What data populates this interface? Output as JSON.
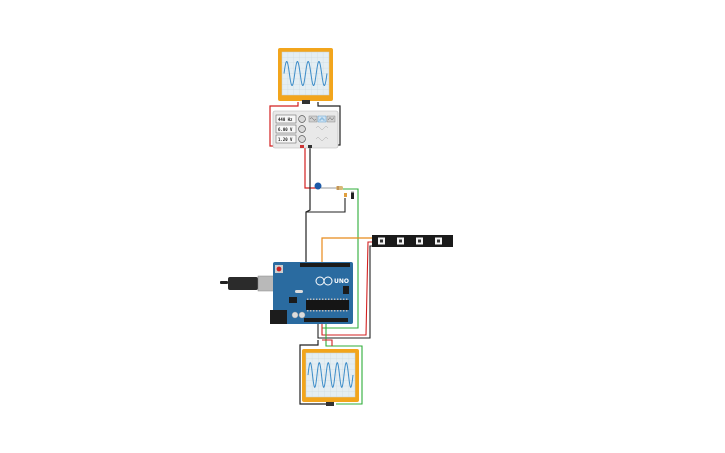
{
  "function_generator": {
    "frequency": "440 Hz",
    "amplitude": "6.00 V",
    "offset": "1.20 V"
  },
  "oscilloscopes": [
    {
      "name": "top-oscilloscope",
      "waveform": "sine",
      "cycles": 4
    },
    {
      "name": "bottom-oscilloscope",
      "waveform": "sine",
      "cycles": 5
    }
  ],
  "board": {
    "name": "Arduino UNO",
    "logo_text": "UNO"
  },
  "led_strip": {
    "pixels": 4
  },
  "colors": {
    "scope_frame": "#f2a51c",
    "scope_screen": "#e4eef3",
    "wave": "#3d8dc9",
    "board": "#2a6ba0",
    "wire_black": "#222222",
    "wire_red": "#d22020",
    "wire_green": "#2fae3a",
    "wire_orange": "#e88a1a"
  }
}
